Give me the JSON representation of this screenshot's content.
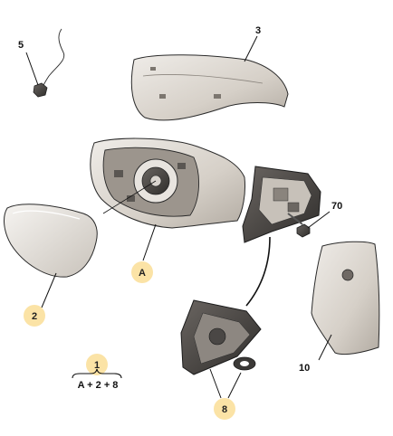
{
  "callouts": {
    "c1": "1",
    "c2": "2",
    "c3": "3",
    "c5": "5",
    "c8": "8",
    "c10": "10",
    "c70": "70",
    "cA": "A"
  },
  "formula": "A + 2 + 8",
  "colors": {
    "callout_circle": "#fbe3a6",
    "part_fill": "#d8d3cc",
    "part_shadow": "#aaa39a",
    "dark_part": "#4a4745",
    "outline": "#2a2a2a",
    "leader_line": "#111111"
  }
}
